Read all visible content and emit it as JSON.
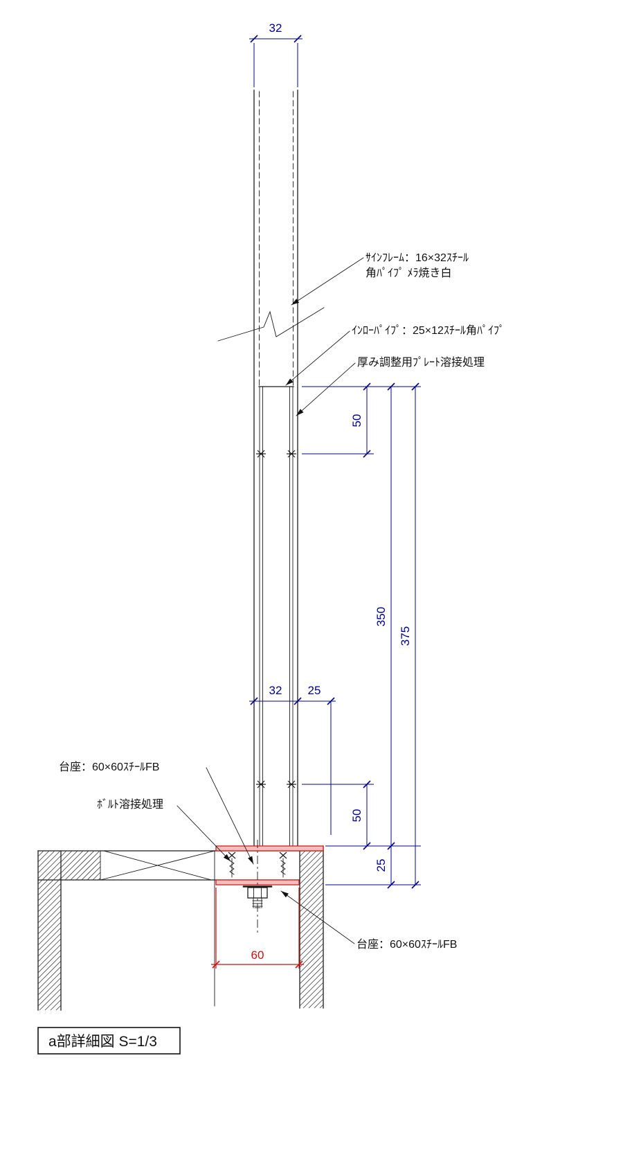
{
  "drawing": {
    "title": "a部詳細図 S=1/3",
    "labels": {
      "sign_frame_line1": "ｻｲﾝﾌﾚｰﾑ：16×32ｽﾁｰﾙ",
      "sign_frame_line2": "角ﾊﾟｲﾌﾟ ﾒﾗ焼き白",
      "inlay_pipe": "ｲﾝﾛｰﾊﾟｲﾌﾟ：25×12ｽﾁｰﾙ角ﾊﾟｲﾌﾟ",
      "thickness_plate": "厚み調整用ﾌﾟﾚｰﾄ溶接処理",
      "base_plate_left": "台座：60×60ｽﾁｰﾙFB",
      "bolt_weld": "ﾎﾞﾙﾄ溶接処理",
      "base_plate_right": "台座：60×60ｽﾁｰﾙFB"
    },
    "dimensions": {
      "frame_width_top": "32",
      "upper_weld_offset": "50",
      "inlay_pipe_length": "350",
      "overall_length": "375",
      "frame_width_mid": "32",
      "side_gap": "25",
      "lower_weld_offset": "50",
      "base_thickness": "25",
      "base_plate_width": "60"
    }
  },
  "colors": {
    "line": "#1a1a1a",
    "dimension": "#00008b",
    "highlight": "#cc1111",
    "highlight_fill": "#f6bdbd"
  }
}
